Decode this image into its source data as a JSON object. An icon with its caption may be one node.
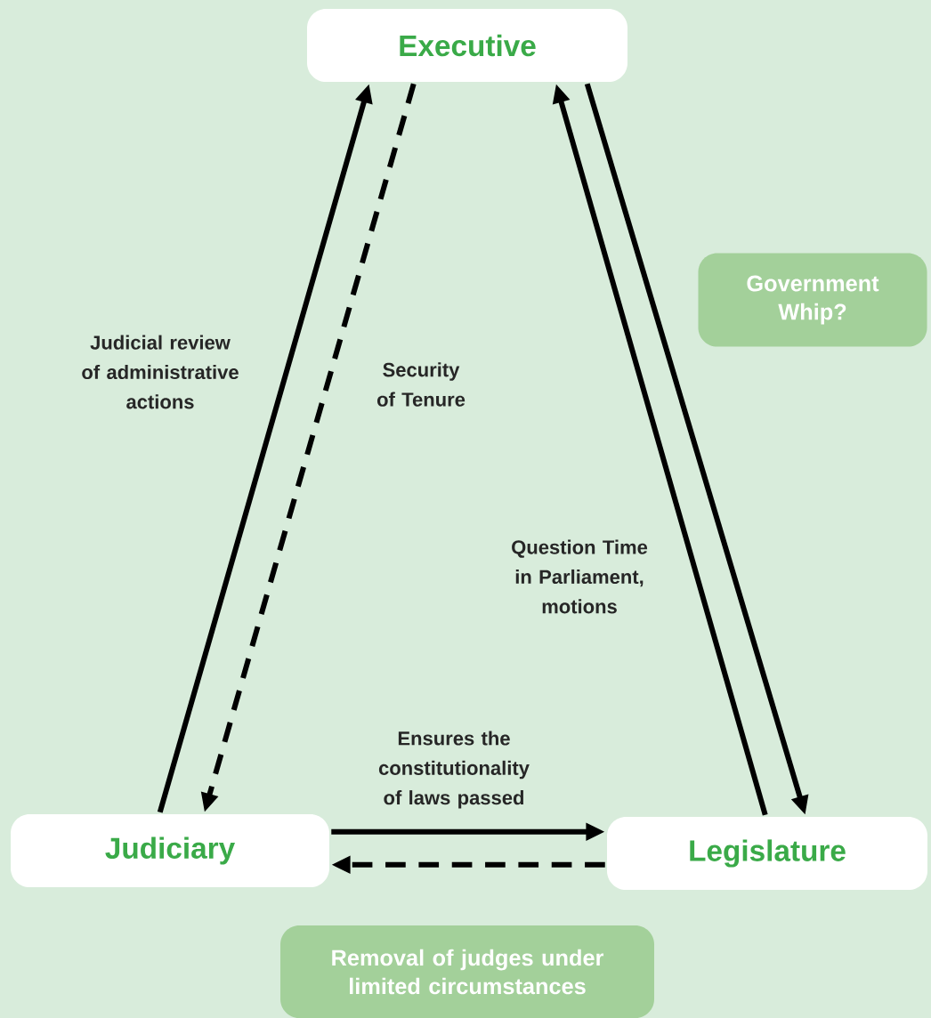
{
  "diagram": {
    "nodes": [
      {
        "text": [
          "Executive"
        ]
      },
      {
        "text": [
          "Judiciary"
        ]
      },
      {
        "text": [
          "Legislature"
        ]
      },
      {
        "text": [
          "Government Whip?"
        ]
      },
      {
        "text": [
          "Removal of judges under limited circumstances"
        ]
      }
    ],
    "edges": [
      {
        "from": 1,
        "to": 0,
        "arrow": "to",
        "label": "Judicial review of administrative actions"
      },
      {
        "from": 0,
        "to": 1,
        "arrow": "to",
        "style": "dashed",
        "label": "Security of Tenure"
      },
      {
        "from": 2,
        "to": 0,
        "arrow": "to",
        "label": "Question Time in Parliament, motions"
      },
      {
        "from": 0,
        "to": 2,
        "arrow": "to"
      },
      {
        "from": 1,
        "to": 2,
        "arrow": "to",
        "label": "Ensures the constitutionality of laws passed"
      },
      {
        "from": 2,
        "to": 1,
        "arrow": "to",
        "style": "dashed"
      }
    ]
  }
}
